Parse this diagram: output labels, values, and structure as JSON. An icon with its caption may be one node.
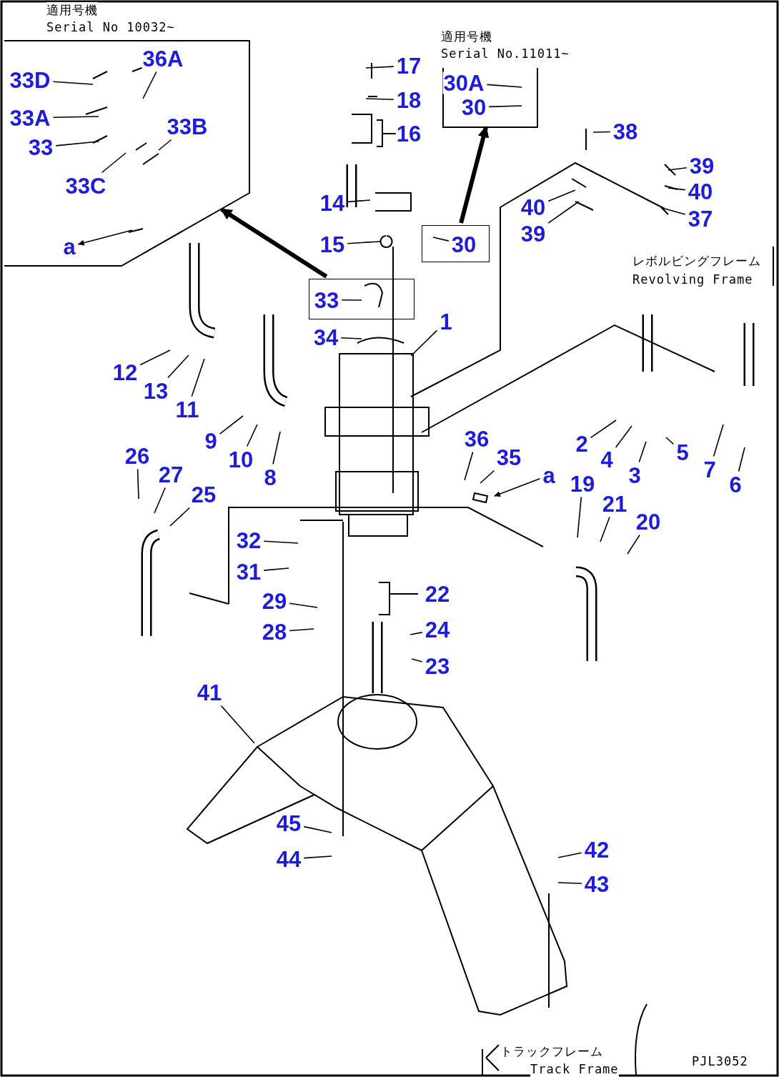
{
  "diagram": {
    "nodes": [
      {
        "text": [
          "適用号機",
          "Serial No 10032~"
        ]
      },
      {
        "text": [
          "適用号機",
          "Serial No.11011~"
        ]
      },
      {
        "text": [
          "33D"
        ],
        "in": 0
      },
      {
        "text": [
          "36A"
        ],
        "in": 0
      },
      {
        "text": [
          "33A"
        ],
        "in": 0
      },
      {
        "text": [
          "33"
        ],
        "in": 0
      },
      {
        "text": [
          "33B"
        ],
        "in": 0
      },
      {
        "text": [
          "33C"
        ],
        "in": 0
      },
      {
        "text": [
          "a"
        ],
        "in": 0
      },
      {
        "text": [
          "30A"
        ],
        "in": 1
      },
      {
        "text": [
          "30"
        ],
        "in": 1
      },
      {
        "text": [
          "17"
        ]
      },
      {
        "text": [
          "18"
        ]
      },
      {
        "text": [
          "16"
        ]
      },
      {
        "text": [
          "14"
        ]
      },
      {
        "text": [
          "15"
        ]
      },
      {
        "text": [
          "30"
        ]
      },
      {
        "text": [
          "38"
        ]
      },
      {
        "text": [
          "39"
        ]
      },
      {
        "text": [
          "40"
        ]
      },
      {
        "text": [
          "37"
        ]
      },
      {
        "text": [
          "40"
        ]
      },
      {
        "text": [
          "39"
        ]
      },
      {
        "text": [
          "33"
        ]
      },
      {
        "text": [
          "34"
        ]
      },
      {
        "text": [
          "1"
        ]
      },
      {
        "text": [
          "12"
        ]
      },
      {
        "text": [
          "13"
        ]
      },
      {
        "text": [
          "11"
        ]
      },
      {
        "text": [
          "9"
        ]
      },
      {
        "text": [
          "10"
        ]
      },
      {
        "text": [
          "8"
        ]
      },
      {
        "text": [
          "26"
        ]
      },
      {
        "text": [
          "27"
        ]
      },
      {
        "text": [
          "25"
        ]
      },
      {
        "text": [
          "36"
        ]
      },
      {
        "text": [
          "35"
        ]
      },
      {
        "text": [
          "a"
        ]
      },
      {
        "text": [
          "2"
        ]
      },
      {
        "text": [
          "4"
        ]
      },
      {
        "text": [
          "3"
        ]
      },
      {
        "text": [
          "5"
        ]
      },
      {
        "text": [
          "7"
        ]
      },
      {
        "text": [
          "6"
        ]
      },
      {
        "text": [
          "19"
        ]
      },
      {
        "text": [
          "21"
        ]
      },
      {
        "text": [
          "20"
        ]
      },
      {
        "text": [
          "32"
        ]
      },
      {
        "text": [
          "31"
        ]
      },
      {
        "text": [
          "29"
        ]
      },
      {
        "text": [
          "28"
        ]
      },
      {
        "text": [
          "22"
        ]
      },
      {
        "text": [
          "24"
        ]
      },
      {
        "text": [
          "23"
        ]
      },
      {
        "text": [
          "41"
        ]
      },
      {
        "text": [
          "45"
        ]
      },
      {
        "text": [
          "44"
        ]
      },
      {
        "text": [
          "42"
        ]
      },
      {
        "text": [
          "43"
        ]
      }
    ],
    "edges": [
      {
        "from": 2,
        "to": null,
        "arrow": "none"
      },
      {
        "from": 3,
        "to": null,
        "arrow": "none"
      },
      {
        "from": 4,
        "to": null,
        "arrow": "none"
      },
      {
        "from": 5,
        "to": null,
        "arrow": "none"
      },
      {
        "from": 6,
        "to": null,
        "arrow": "none"
      },
      {
        "from": 7,
        "to": null,
        "arrow": "none"
      },
      {
        "from": null,
        "to": 8,
        "arrow": "to"
      },
      {
        "from": 9,
        "to": null,
        "arrow": "none"
      },
      {
        "from": 10,
        "to": null,
        "arrow": "none"
      },
      {
        "from": 11,
        "to": null,
        "arrow": "none"
      },
      {
        "from": 12,
        "to": null,
        "arrow": "none"
      },
      {
        "from": 14,
        "to": null,
        "arrow": "none"
      },
      {
        "from": 15,
        "to": null,
        "arrow": "none"
      },
      {
        "from": 17,
        "to": null,
        "arrow": "none"
      },
      {
        "from": 18,
        "to": null,
        "arrow": "none"
      },
      {
        "from": 19,
        "to": null,
        "arrow": "none"
      },
      {
        "from": 20,
        "to": null,
        "arrow": "none"
      },
      {
        "from": 21,
        "to": null,
        "arrow": "none"
      },
      {
        "from": 22,
        "to": null,
        "arrow": "none"
      },
      {
        "from": 23,
        "to": 0,
        "arrow": "to",
        "style": "thick"
      },
      {
        "from": 16,
        "to": 1,
        "arrow": "to",
        "style": "thick"
      },
      {
        "from": 24,
        "to": null,
        "arrow": "none"
      },
      {
        "from": 25,
        "to": null,
        "arrow": "none"
      },
      {
        "from": 26,
        "to": null,
        "arrow": "none"
      },
      {
        "from": 27,
        "to": null,
        "arrow": "none"
      },
      {
        "from": 28,
        "to": null,
        "arrow": "none"
      },
      {
        "from": 29,
        "to": null,
        "arrow": "none"
      },
      {
        "from": 30,
        "to": null,
        "arrow": "none"
      },
      {
        "from": 31,
        "to": null,
        "arrow": "none"
      },
      {
        "from": 32,
        "to": null,
        "arrow": "none"
      },
      {
        "from": 33,
        "to": null,
        "arrow": "none"
      },
      {
        "from": 34,
        "to": null,
        "arrow": "none"
      },
      {
        "from": 35,
        "to": null,
        "arrow": "none"
      },
      {
        "from": 36,
        "to": null,
        "arrow": "none"
      },
      {
        "from": 37,
        "to": null,
        "arrow": "to"
      },
      {
        "from": 38,
        "to": null,
        "arrow": "none"
      },
      {
        "from": 39,
        "to": null,
        "arrow": "none"
      },
      {
        "from": 40,
        "to": null,
        "arrow": "none"
      },
      {
        "from": 41,
        "to": null,
        "arrow": "none"
      },
      {
        "from": 42,
        "to": null,
        "arrow": "none"
      },
      {
        "from": 43,
        "to": null,
        "arrow": "none"
      },
      {
        "from": 44,
        "to": null,
        "arrow": "none"
      },
      {
        "from": 45,
        "to": null,
        "arrow": "none"
      },
      {
        "from": 46,
        "to": null,
        "arrow": "none"
      },
      {
        "from": 47,
        "to": null,
        "arrow": "none"
      },
      {
        "from": 48,
        "to": null,
        "arrow": "none"
      },
      {
        "from": 49,
        "to": null,
        "arrow": "none"
      },
      {
        "from": 50,
        "to": null,
        "arrow": "none"
      },
      {
        "from": 52,
        "to": null,
        "arrow": "none"
      },
      {
        "from": 53,
        "to": null,
        "arrow": "none"
      },
      {
        "from": 54,
        "to": null,
        "arrow": "none"
      },
      {
        "from": 55,
        "to": null,
        "arrow": "none"
      },
      {
        "from": 56,
        "to": null,
        "arrow": "none"
      },
      {
        "from": 57,
        "to": null,
        "arrow": "none"
      },
      {
        "from": 58,
        "to": null,
        "arrow": "none"
      },
      {
        "from": 16,
        "to": null,
        "arrow": "none"
      },
      {
        "from": 23,
        "to": null,
        "arrow": "none"
      }
    ],
    "labels": [
      "レボルビングフレーム",
      "Revolving Frame",
      "トラックフレーム",
      "Track Frame",
      "PJL3052"
    ]
  }
}
